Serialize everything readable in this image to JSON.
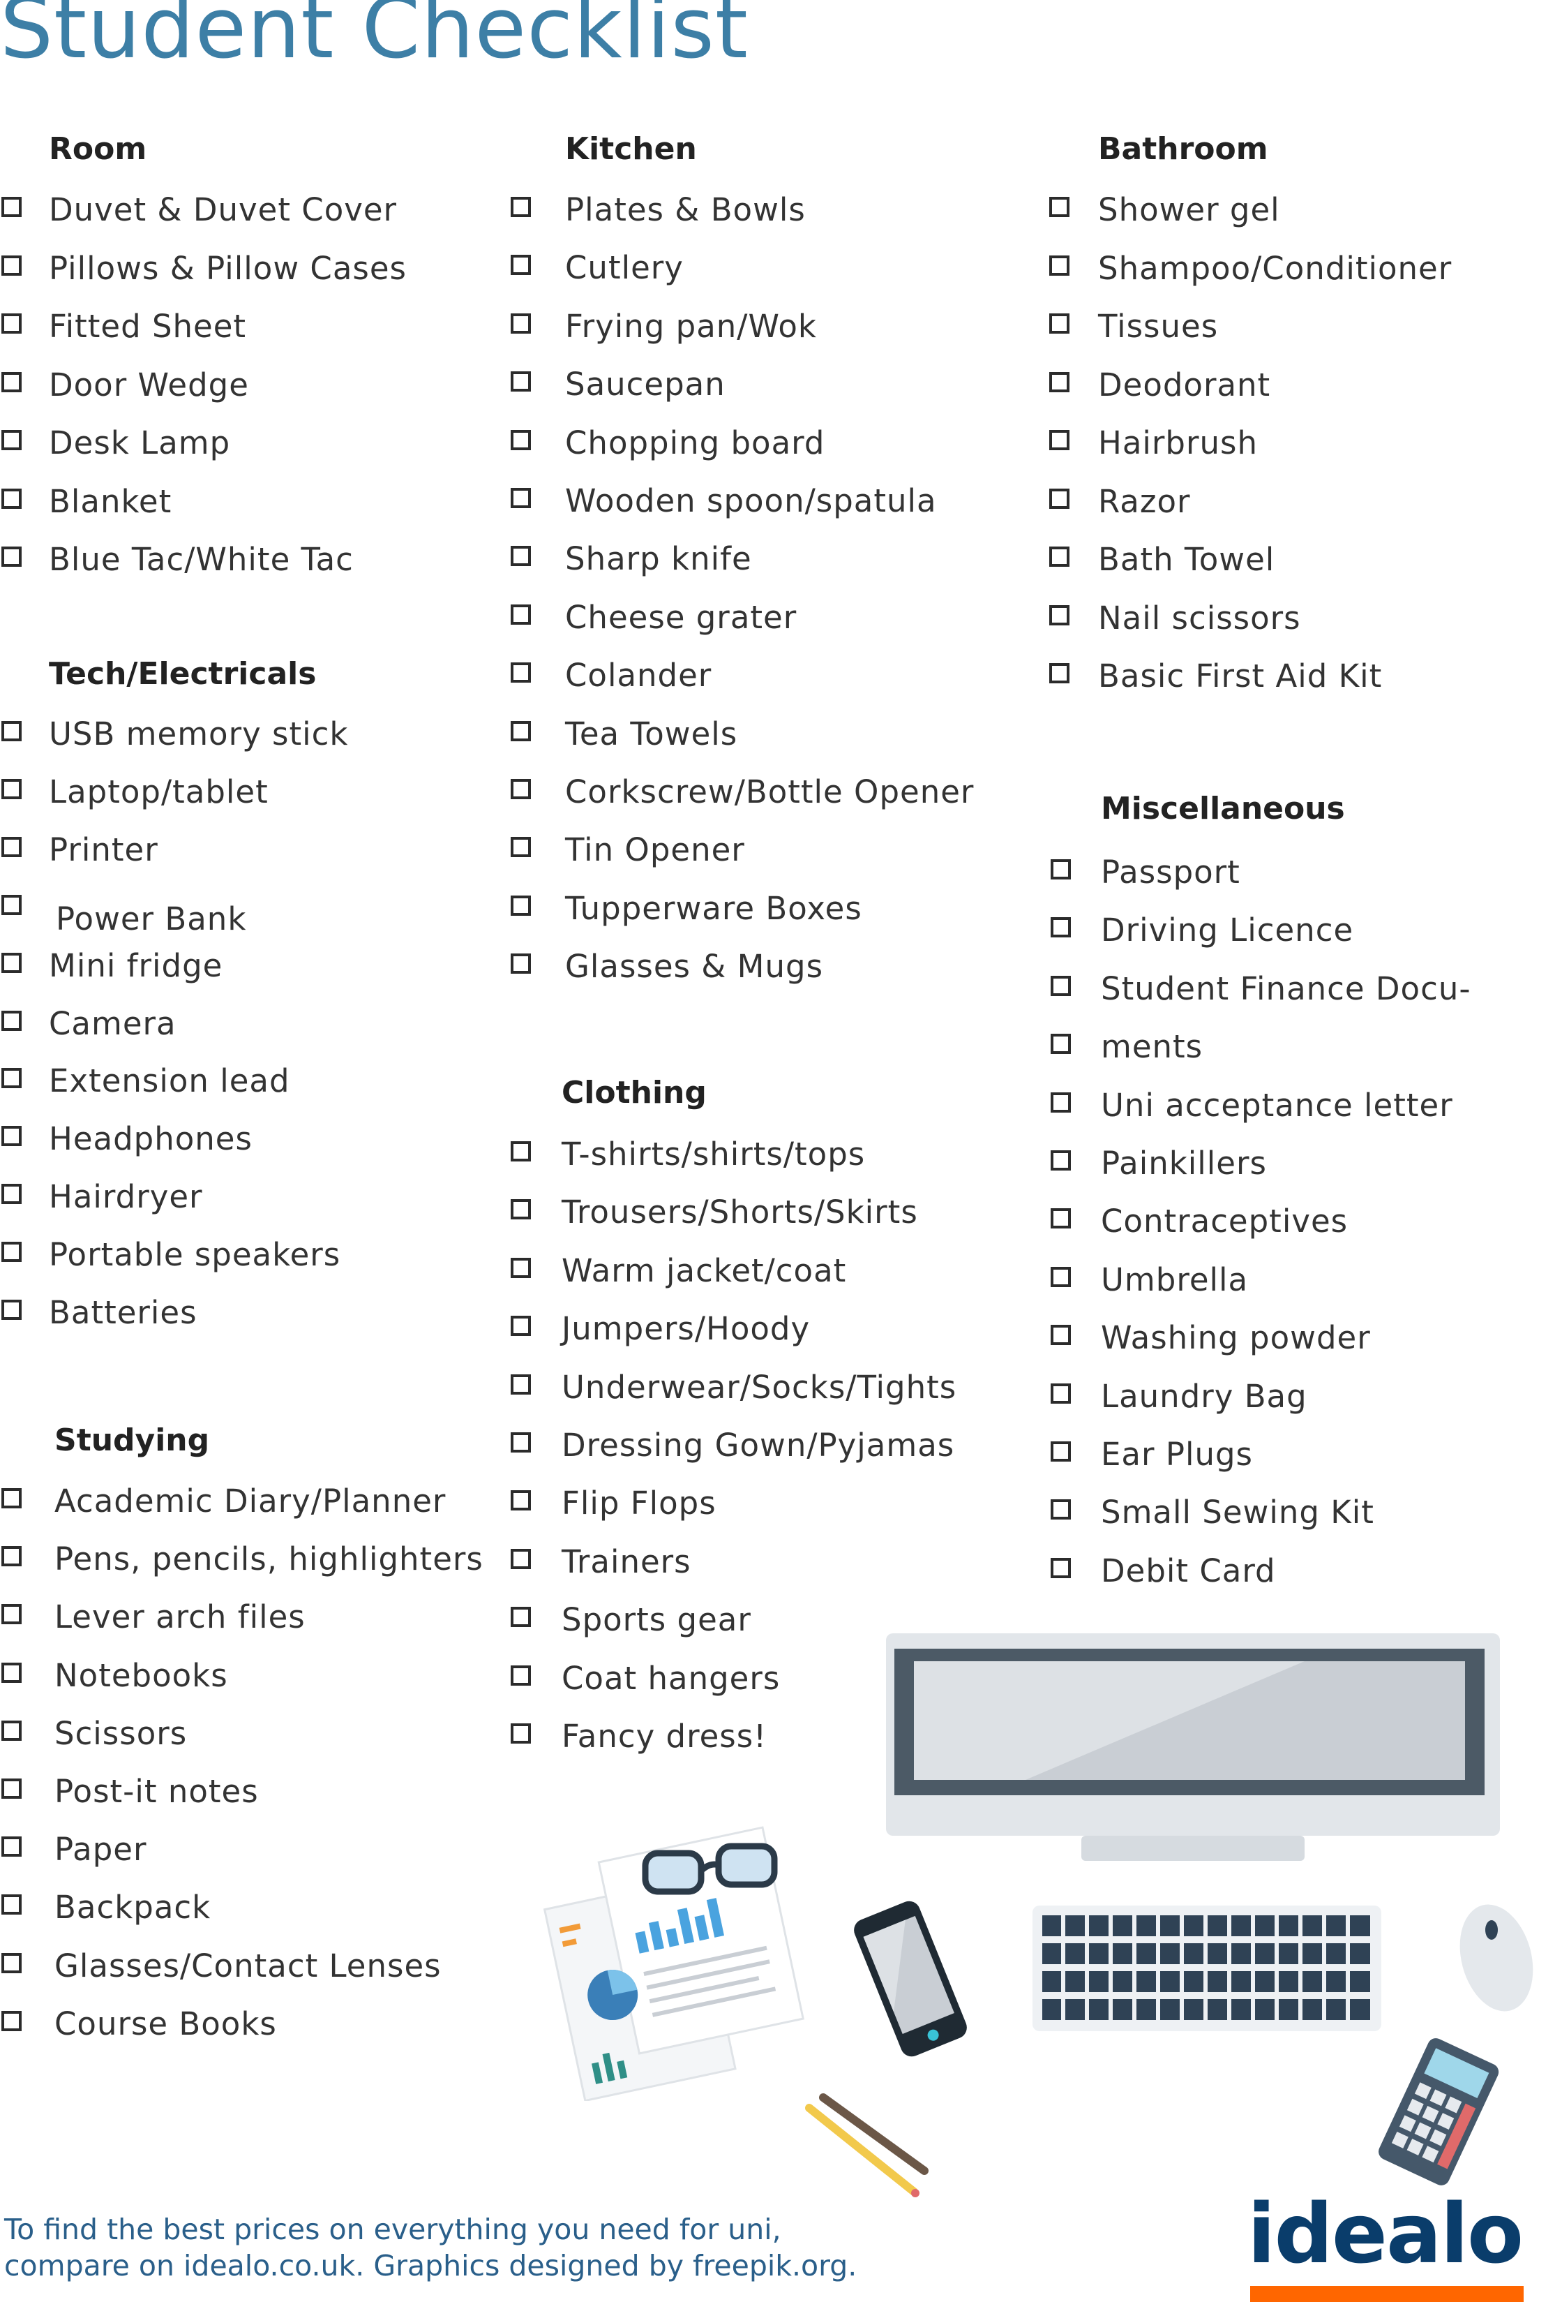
{
  "title": "Student Checklist",
  "sections": {
    "room": {
      "heading": "Room",
      "items": [
        "Duvet & Duvet Cover",
        "Pillows & Pillow Cases",
        "Fitted Sheet",
        "Door Wedge",
        "Desk Lamp",
        "Blanket",
        "Blue Tac/White Tac"
      ]
    },
    "tech": {
      "heading": "Tech/Electricals",
      "items": [
        "USB memory stick",
        "Laptop/tablet",
        "Printer",
        "Power Bank",
        "Mini fridge",
        "Camera",
        "Extension lead",
        "Headphones",
        "Hairdryer",
        "Portable speakers",
        "Batteries"
      ]
    },
    "studying": {
      "heading": "Studying",
      "items": [
        "Academic Diary/Planner",
        "Pens, pencils, highlighters",
        "Lever arch files",
        "Notebooks",
        "Scissors",
        "Post-it notes",
        "Paper",
        "Backpack",
        "Glasses/Contact Lenses",
        "Course Books"
      ]
    },
    "kitchen": {
      "heading": "Kitchen",
      "items": [
        "Plates & Bowls",
        "Cutlery",
        "Frying pan/Wok",
        "Saucepan",
        "Chopping board",
        "Wooden spoon/spatula",
        "Sharp knife",
        "Cheese grater",
        "Colander",
        "Tea Towels",
        "Corkscrew/Bottle Opener",
        "Tin Opener",
        "Tupperware Boxes",
        "Glasses & Mugs"
      ]
    },
    "clothing": {
      "heading": "Clothing",
      "items": [
        "T-shirts/shirts/tops",
        "Trousers/Shorts/Skirts",
        "Warm jacket/coat",
        "Jumpers/Hoody",
        "Underwear/Socks/Tights",
        "Dressing Gown/Pyjamas",
        "Flip Flops",
        "Trainers",
        "Sports gear",
        "Coat hangers",
        "Fancy dress!"
      ]
    },
    "bathroom": {
      "heading": "Bathroom",
      "items": [
        "Shower gel",
        "Shampoo/Conditioner",
        "Tissues",
        "Deodorant",
        "Hairbrush",
        "Razor",
        "Bath Towel",
        "Nail scissors",
        "Basic First Aid Kit"
      ]
    },
    "misc": {
      "heading": "Miscellaneous",
      "items": [
        "Passport",
        "Driving Licence",
        "Student Finance Docu-",
        "ments",
        "Uni acceptance letter",
        "Painkillers",
        "Contraceptives",
        "Umbrella",
        "Washing powder",
        "Laundry Bag",
        "Ear Plugs",
        "Small Sewing Kit",
        "Debit Card"
      ]
    }
  },
  "footer": {
    "line1": "To find the best prices on everything you need for uni,",
    "line2": "compare on idealo.co.uk. Graphics designed by freepik.org."
  },
  "logo": {
    "text": "idealo"
  },
  "colors": {
    "title": "#3d7fa6",
    "footer": "#2a5f8a",
    "logo": "#0a3d6b",
    "logo_bar": "#ff6600",
    "text": "#333333"
  }
}
